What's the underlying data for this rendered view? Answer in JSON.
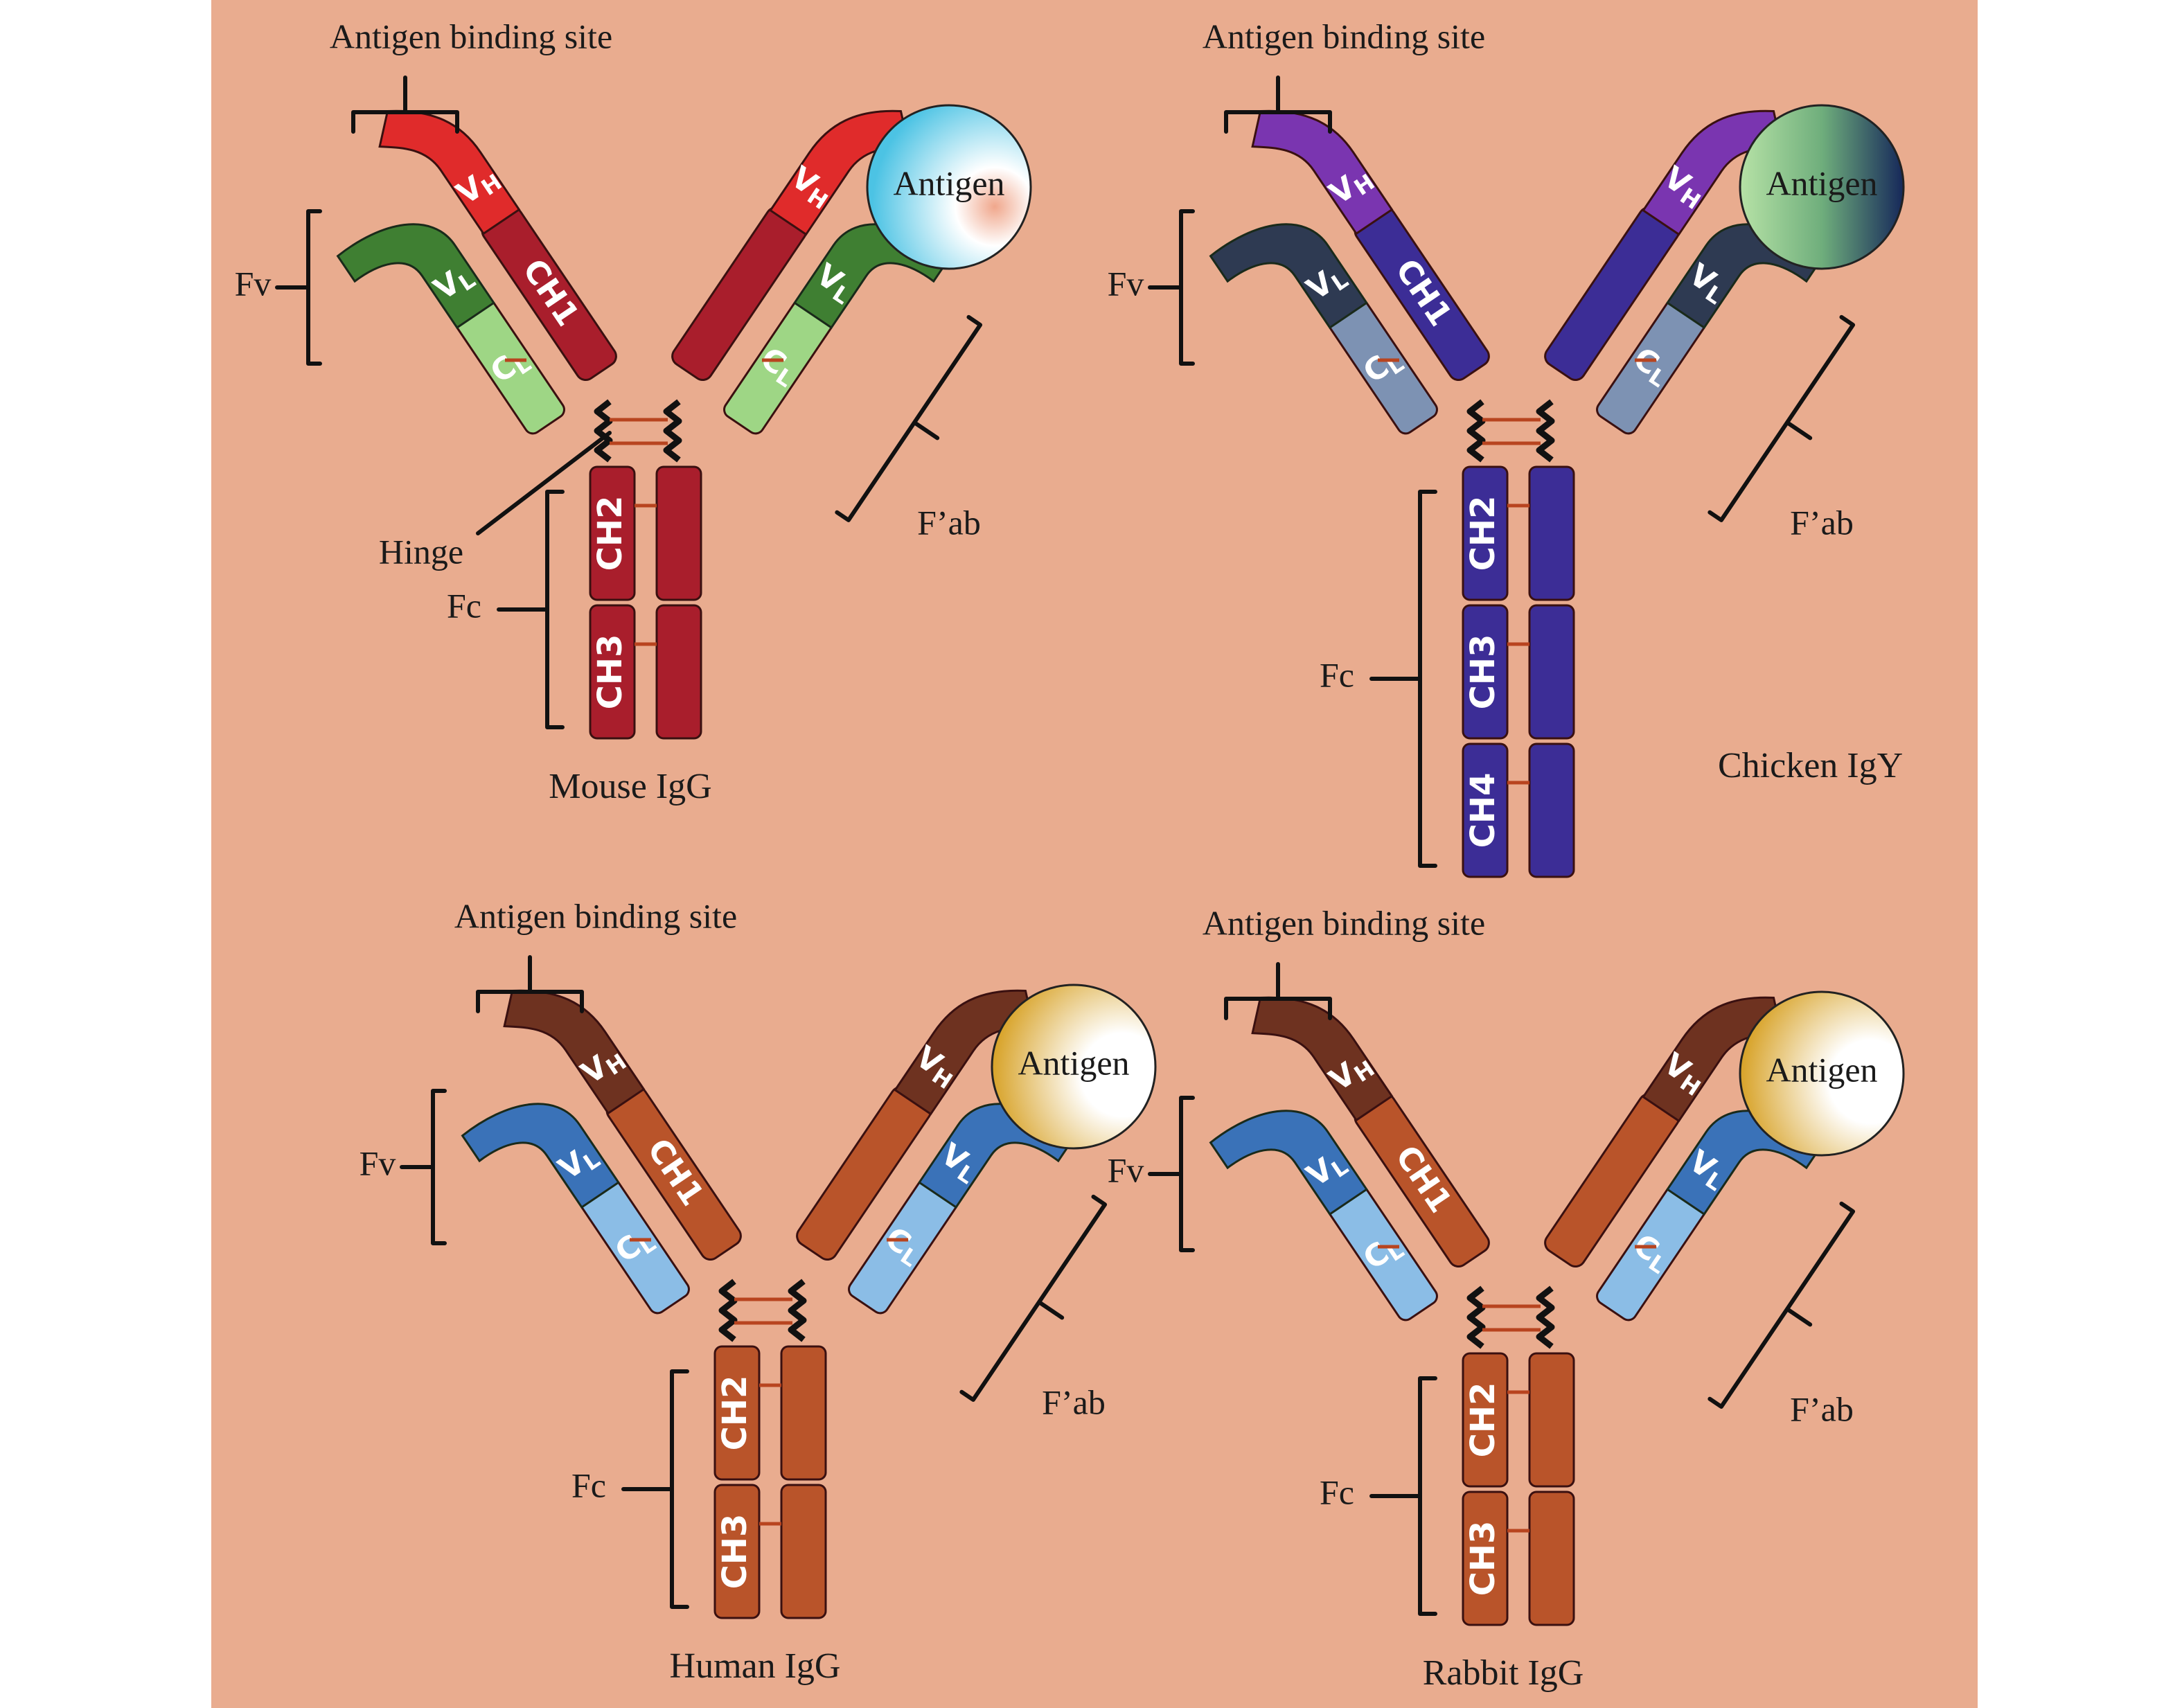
{
  "colors": {
    "background": "#e9ac8f",
    "text": "#1a1a1a",
    "bracket": "#111111",
    "disulfide": "#b8441f"
  },
  "panels": [
    {
      "id": "mouse",
      "title": "Mouse IgG",
      "labels": {
        "binding_site": "Antigen binding site",
        "antigen": "Antigen",
        "fv": "Fv",
        "fab": "F’ab",
        "fc": "Fc",
        "hinge": "Hinge"
      },
      "domains": {
        "vh": "V",
        "vh_sub": "H",
        "vl": "V",
        "vl_sub": "L",
        "cl": "C",
        "cl_sub": "L",
        "ch1": "CH1",
        "ch2": "CH2",
        "ch3": "CH3",
        "ch4": ""
      },
      "colors": {
        "vh": "#e02b2b",
        "ch": "#a91e2c",
        "vl": "#3f7f32",
        "cl": "#9ed685",
        "antigen": "#7fd3ea"
      }
    },
    {
      "id": "chicken",
      "title": "Chicken IgY",
      "labels": {
        "binding_site": "Antigen binding site",
        "antigen": "Antigen",
        "fv": "Fv",
        "fab": "F’ab",
        "fc": "Fc",
        "hinge": ""
      },
      "domains": {
        "vh": "V",
        "vh_sub": "H",
        "vl": "V",
        "vl_sub": "L",
        "cl": "C",
        "cl_sub": "L",
        "ch1": "CH1",
        "ch2": "CH2",
        "ch3": "CH3",
        "ch4": "CH4"
      },
      "colors": {
        "vh": "#7a35b0",
        "ch": "#3c2d96",
        "vl": "#2e3a52",
        "cl": "#7d92b3",
        "antigen": "#7bbf7e"
      }
    },
    {
      "id": "human",
      "title": "Human IgG",
      "labels": {
        "binding_site": "Antigen binding site",
        "antigen": "Antigen",
        "fv": "Fv",
        "fab": "F’ab",
        "fc": "Fc",
        "hinge": ""
      },
      "domains": {
        "vh": "V",
        "vh_sub": "H",
        "vl": "V",
        "vl_sub": "L",
        "cl": "C",
        "cl_sub": "L",
        "ch1": "CH1",
        "ch2": "CH2",
        "ch3": "CH3",
        "ch4": ""
      },
      "colors": {
        "vh": "#6e3220",
        "ch": "#b9542a",
        "vl": "#3a72b8",
        "cl": "#8bbde6",
        "antigen": "#e3b73a"
      }
    },
    {
      "id": "rabbit",
      "title": "Rabbit IgG",
      "labels": {
        "binding_site": "Antigen binding site",
        "antigen": "Antigen",
        "fv": "Fv",
        "fab": "F’ab",
        "fc": "Fc",
        "hinge": ""
      },
      "domains": {
        "vh": "V",
        "vh_sub": "H",
        "vl": "V",
        "vl_sub": "L",
        "cl": "C",
        "cl_sub": "L",
        "ch1": "CH1",
        "ch2": "CH2",
        "ch3": "CH3",
        "ch4": ""
      },
      "colors": {
        "vh": "#6e3220",
        "ch": "#b9542a",
        "vl": "#3a72b8",
        "cl": "#8bbde6",
        "antigen": "#e3b73a"
      }
    }
  ]
}
